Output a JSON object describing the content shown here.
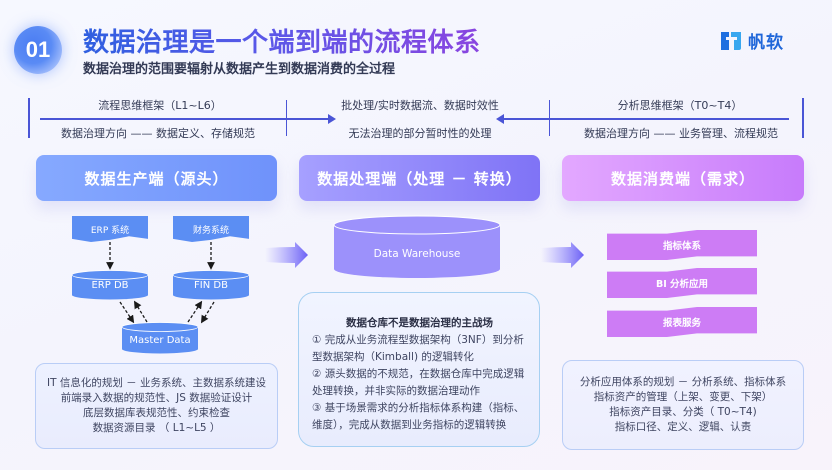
{
  "header": {
    "badge": "01",
    "title": "数据治理是一个端到端的流程体系",
    "subtitle": "数据治理的范围要辐射从数据产生到数据消费的全过程",
    "logo_text": "帆软",
    "logo_icon": "fanruan-logo-icon"
  },
  "timeline": {
    "left_top": "流程思维框架（L1~L6）",
    "left_bottom": "数据治理方向 —— 数据定义、存储规范",
    "middle_top": "批处理/实时数据流、数据时效性",
    "middle_bottom": "无法治理的部分暂时性的处理",
    "right_top": "分析思维框架（T0~T4）",
    "right_bottom": "数据治理方向 —— 业务管理、流程规范",
    "accent_color": "#4a55d6"
  },
  "stages": [
    {
      "label": "数据生产端（源头）",
      "color": "#7d9ffd"
    },
    {
      "label": "数据处理端（处理 － 转换）",
      "color": "#948bfb"
    },
    {
      "label": "数据消费端（需求）",
      "color": "#d891fd"
    }
  ],
  "source": {
    "systems": [
      "ERP 系统",
      "财务系统"
    ],
    "databases": [
      "ERP DB",
      "FIN DB"
    ],
    "master": "Master Data",
    "note_lines": [
      "IT 信息化的规划 － 业务系统、主数据系统建设",
      "前端录入数据的规范性、JS 数据验证设计",
      "底层数据库表规范性、约束检查",
      "数据资源目录 （ L1~L5 ）"
    ]
  },
  "processing": {
    "warehouse": "Data Warehouse",
    "note_head": "数据仓库不是数据治理的主战场",
    "note_lines": [
      "① 完成从业务流程型数据架构（3NF）到分析型数据架构（Kimball) 的逻辑转化",
      "② 源头数据的不规范，在数据仓库中完成逻辑处理转换，并非实际的数据治理动作",
      "③ 基于场景需求的分析指标体系构建（指标、维度），完成从数据到业务指标的逻辑转换"
    ]
  },
  "consumption": {
    "layers": [
      "指标体系",
      "BI 分析应用",
      "报表服务"
    ],
    "note_lines": [
      "分析应用体系的规划 － 分析系统、指标体系",
      "指标资产的管理（上架、变更、下架）",
      "指标资产目录、分类（ T0~T4)",
      "指标口径、定义、逻辑、认责"
    ]
  }
}
